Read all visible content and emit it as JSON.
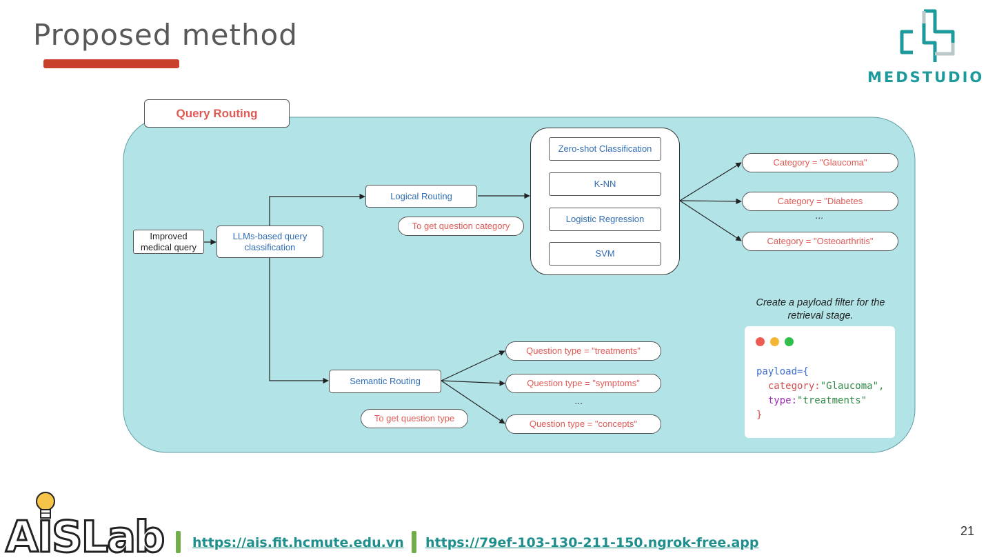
{
  "slide": {
    "title": "Proposed method",
    "page_number": "21"
  },
  "logo": {
    "brand": "MEDSTUDIO",
    "color": "#1c9a9c"
  },
  "diagram": {
    "panel_label": "Query Routing",
    "input": "Improved medical query",
    "classifier": "LLMs-based query classification",
    "logical_routing": "Logical Routing",
    "logical_note": "To get question category",
    "methods": [
      "Zero-shot Classification",
      "K-NN",
      "Logistic Regression",
      "SVM"
    ],
    "categories": [
      "Category = \"Glaucoma\"",
      "Category = \"Diabetes",
      "Category = \"Osteoarthritis\""
    ],
    "semantic_routing": "Semantic Routing",
    "semantic_note": "To get question type",
    "question_types": [
      "Question type = \"treatments\"",
      "Question type = \"symptoms\"",
      "Question type = \"concepts\""
    ],
    "ellipsis": "...",
    "caption": "Create a payload filter for the retrieval stage.",
    "code": {
      "open": "payload={",
      "category_key": "category:",
      "category_value": "\"Glaucoma\",",
      "type_key": "type:",
      "type_value": "\"treatments\"",
      "close": "}"
    }
  },
  "footer": {
    "lab_name": "AISLab",
    "link1": "https://ais.fit.hcmute.edu.vn",
    "link2": "https://79ef-103-130-211-150.ngrok-free.app"
  },
  "colors": {
    "accent_bar": "#c9402a",
    "panel_bg": "#b2e3e6",
    "blue_text": "#2f6db5",
    "red_text": "#e05a55"
  }
}
